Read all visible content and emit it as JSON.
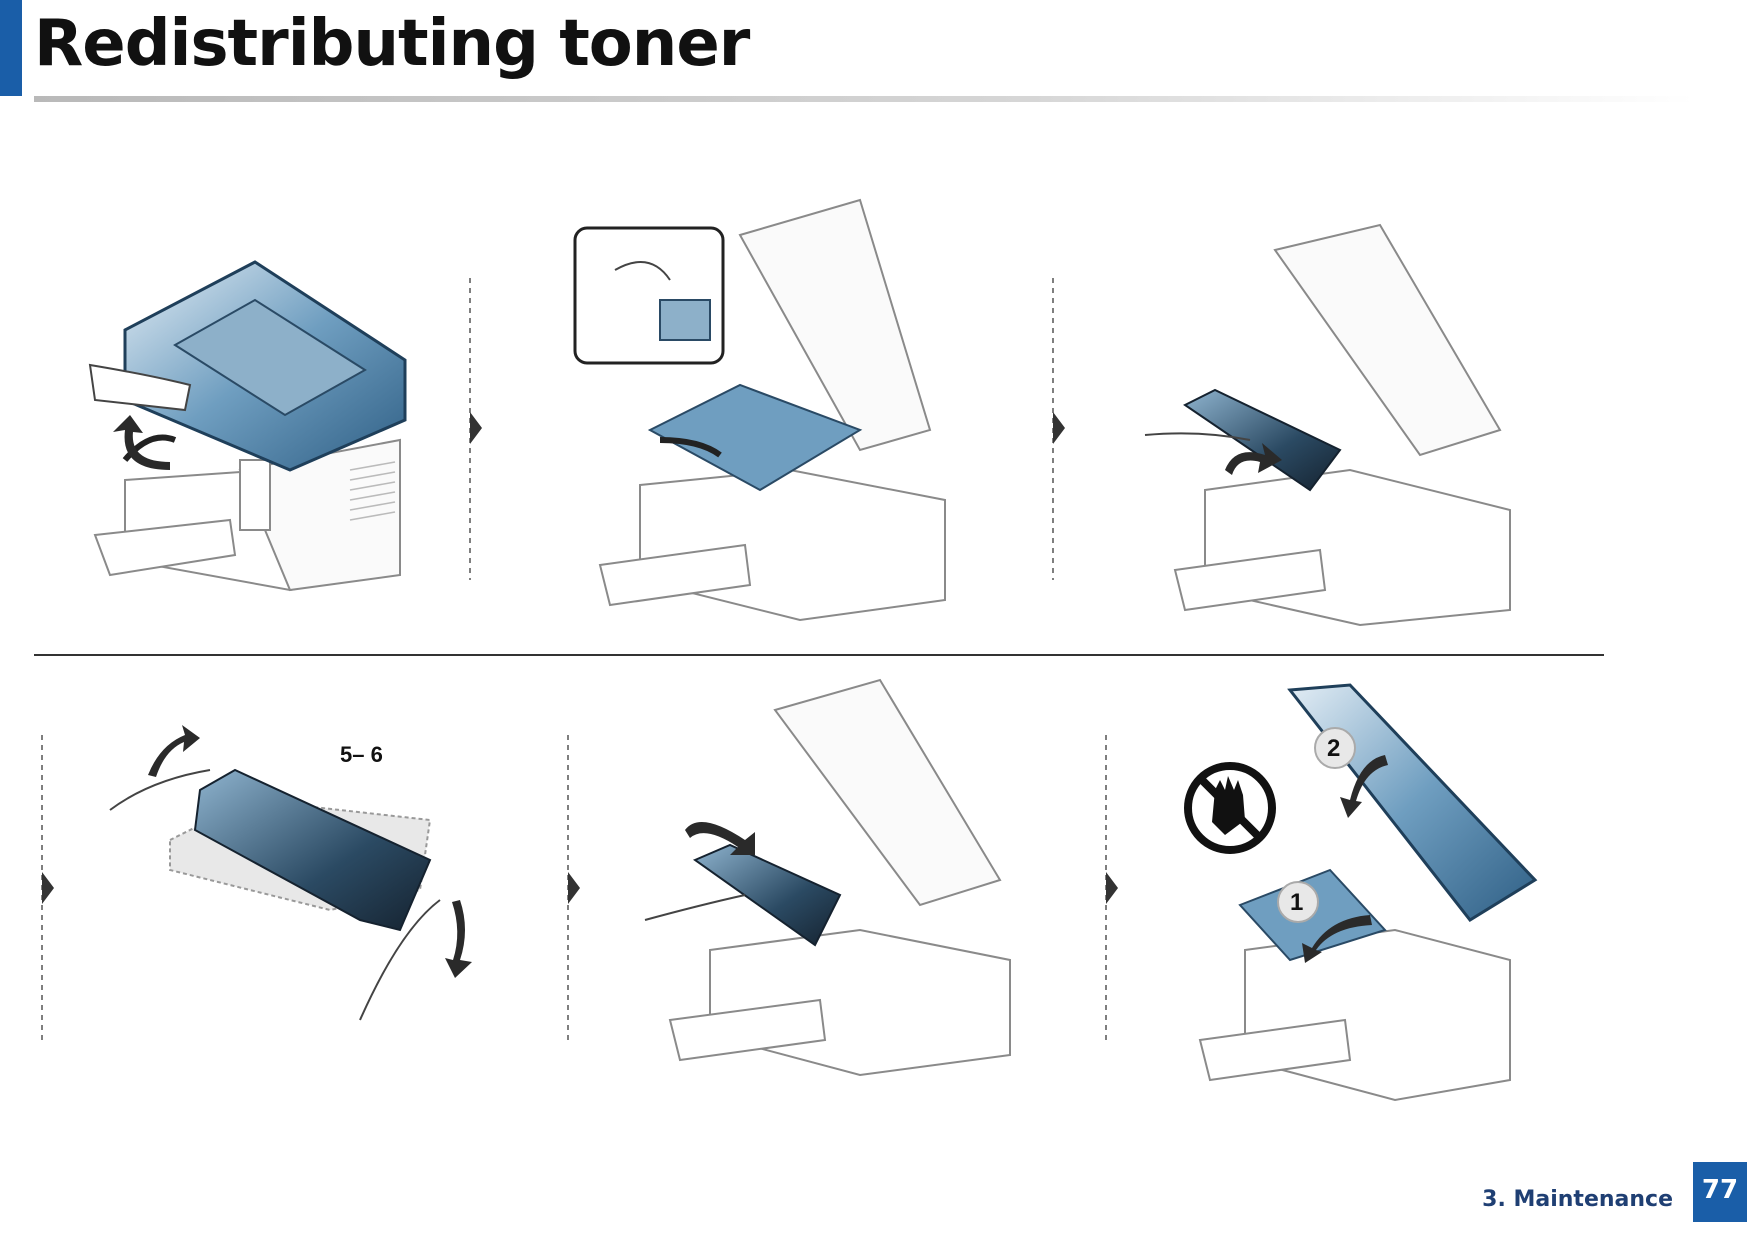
{
  "header": {
    "title": "Redistributing toner"
  },
  "illustration": {
    "step_range_label": "5– 6",
    "callout_1": "1",
    "callout_2": "2",
    "colors": {
      "accent": "#1a5ea8",
      "part_blue": "#5b8db0",
      "line": "#8a8a8a",
      "dark": "#1f2b38"
    },
    "icons": [
      "arrow-right-icon",
      "rotate-arrow-icon",
      "no-touch-icon"
    ]
  },
  "footer": {
    "section": "3.  Maintenance",
    "page": "77"
  }
}
